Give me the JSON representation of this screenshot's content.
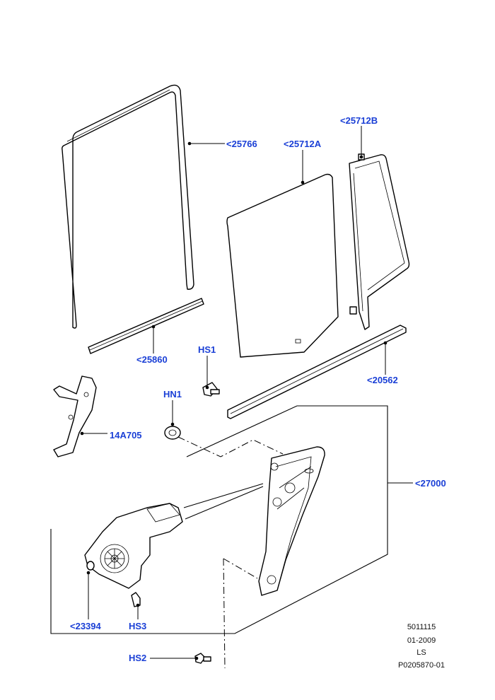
{
  "diagram": {
    "callouts": {
      "c25766": "<25766",
      "c25712A": "<25712A",
      "c25712B": "<25712B",
      "c25860": "<25860",
      "cHS1": "HS1",
      "c20562": "<20562",
      "cHN1": "HN1",
      "c14A705": "14A705",
      "c27000": "<27000",
      "c23394": "<23394",
      "cHS3": "HS3",
      "cHS2": "HS2"
    },
    "meta": {
      "line1": "5011115",
      "line2": "01-2009",
      "line3": "LS",
      "line4": "P0205870-01"
    },
    "colors": {
      "callout": "#1a3fd6",
      "lines": "#000000",
      "background": "#ffffff"
    }
  }
}
